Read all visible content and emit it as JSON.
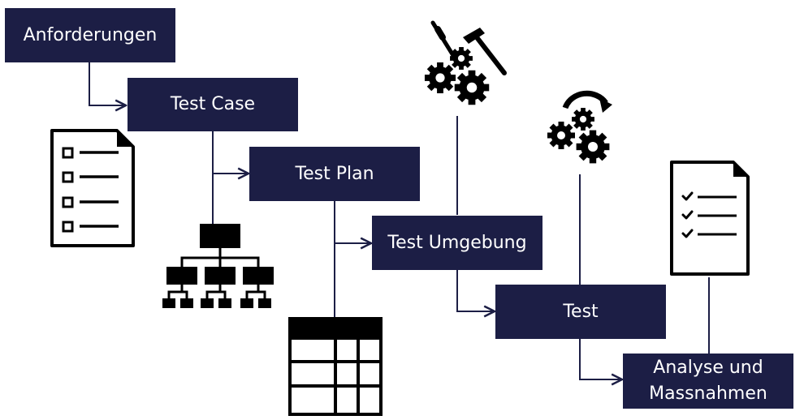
{
  "steps": {
    "anforderungen": "Anforderungen",
    "test_case": "Test Case",
    "test_plan": "Test Plan",
    "test_umgebung": "Test Umgebung",
    "test": "Test",
    "analyse": "Analyse und\nMassnahmen"
  },
  "colors": {
    "box": "#1c1e45",
    "line": "#1c1e45",
    "icon": "#000000"
  },
  "icons": [
    "checkbox-list-document-icon",
    "org-chart-icon",
    "table-icon",
    "tools-gears-icon",
    "rotating-gears-icon",
    "checklist-document-icon"
  ]
}
